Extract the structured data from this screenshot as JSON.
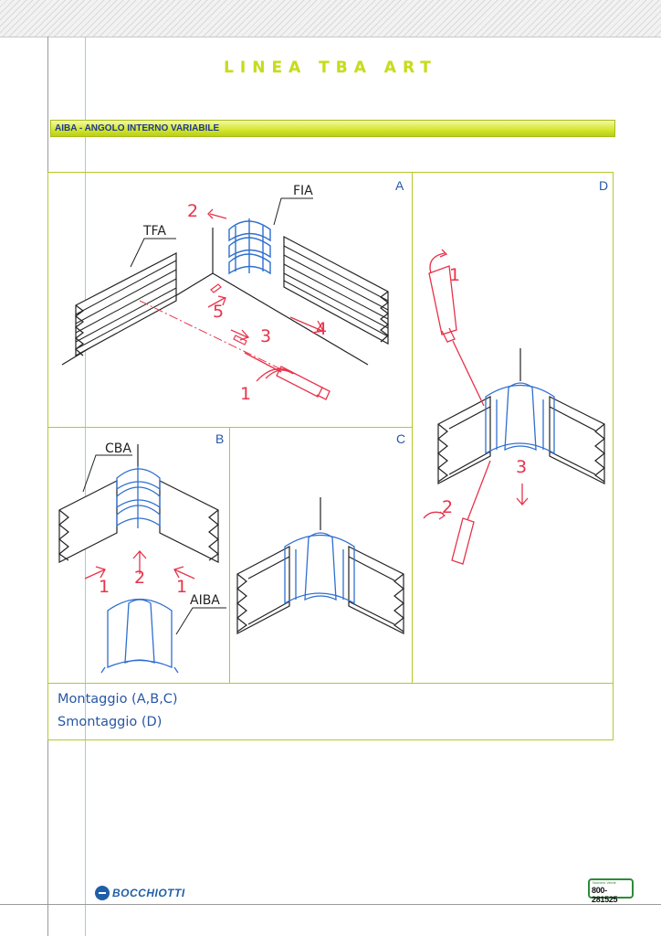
{
  "header": {
    "title": "LINEA TBA ART"
  },
  "section": {
    "title": "AIBA - ANGOLO INTERNO VARIABILE"
  },
  "panels": {
    "a": {
      "letter": "A",
      "labels": {
        "fia": "FIA",
        "tfa": "TFA"
      },
      "steps": [
        "1",
        "2",
        "3",
        "4",
        "5"
      ]
    },
    "b": {
      "letter": "B",
      "labels": {
        "cba": "CBA",
        "aiba": "AIBA"
      },
      "steps": [
        "1",
        "2",
        "1"
      ]
    },
    "c": {
      "letter": "C"
    },
    "d": {
      "letter": "D",
      "steps": [
        "1",
        "2",
        "3"
      ]
    }
  },
  "captions": {
    "mount": "Montaggio (A,B,C)",
    "unmount": "Smontaggio (D)"
  },
  "footer": {
    "brand": "BOCCHIOTTI",
    "phone_header": "Numero Verde",
    "phone": "800-281525"
  },
  "colors": {
    "accent": "#c6dc1c",
    "text_blue": "#2857a6",
    "sketch_red": "#e8334a",
    "sketch_blue": "#2f6fd0"
  }
}
